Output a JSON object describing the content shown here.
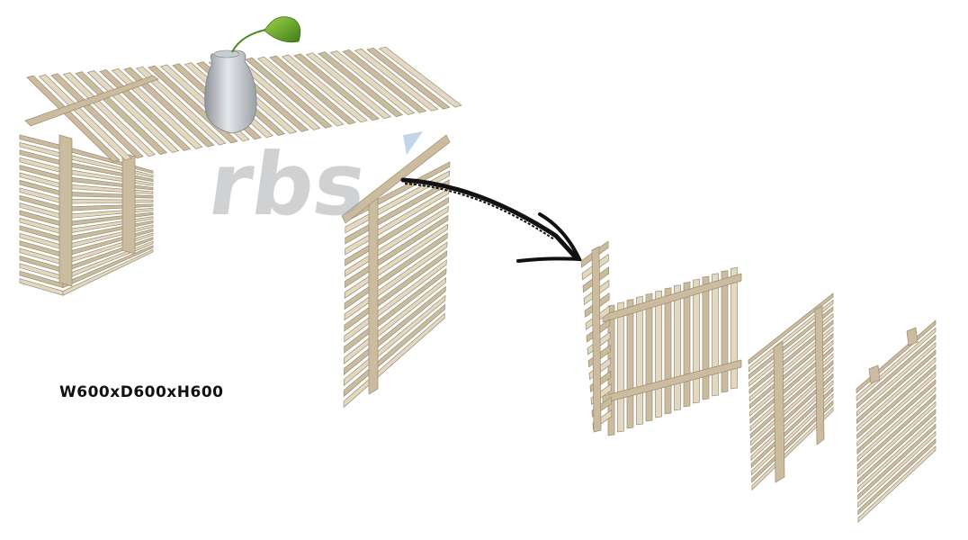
{
  "product": {
    "dimensions_label": "W600xD600xH600"
  },
  "watermark": {
    "text": "rbs",
    "icon": "watermark-logo"
  },
  "colors": {
    "background": "#ffffff",
    "wood_light": "#e3d8c2",
    "wood_mid": "#cbbc9f",
    "wood_dark": "#9c8c70",
    "vase": "#b9bec4",
    "leaf": "#6aa628",
    "arrow": "#111111",
    "watermark": "#a8acb0",
    "watermark_accent": "#8fb8d8"
  },
  "icons": [
    "vase-icon",
    "leaf-icon",
    "arrow-icon",
    "table-assembled",
    "table-disassembled-parts"
  ]
}
